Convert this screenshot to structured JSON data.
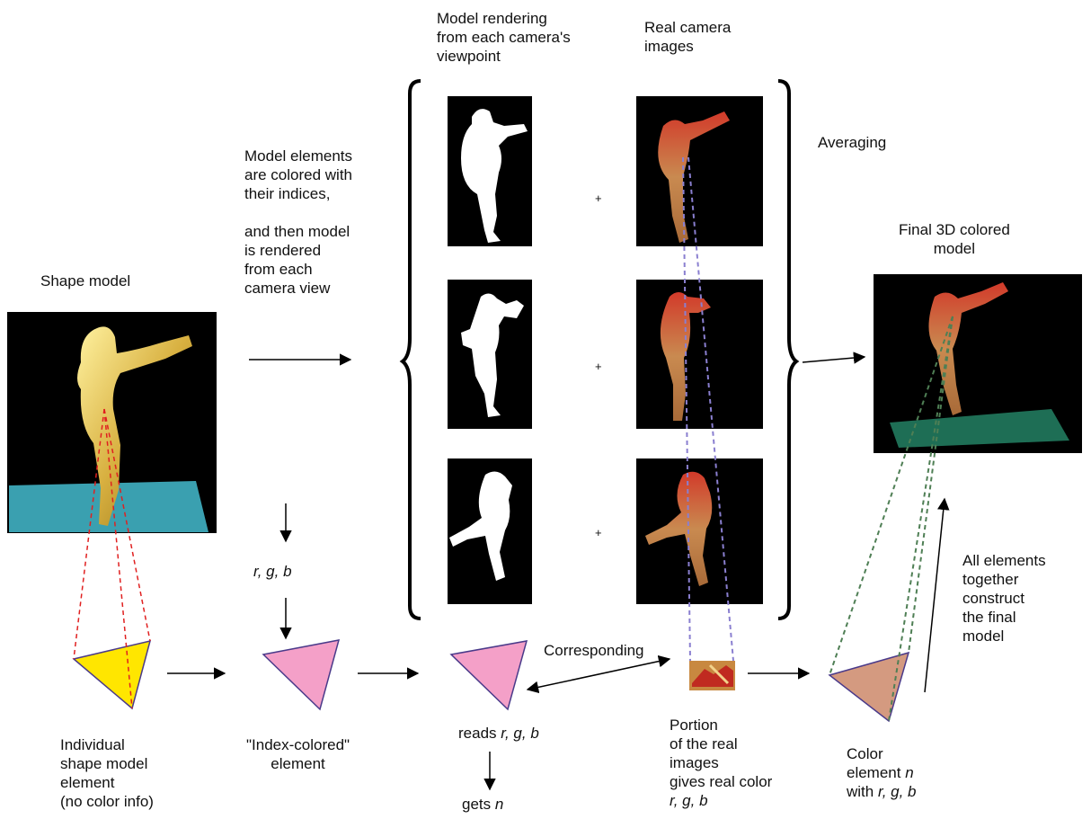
{
  "labels": {
    "model_rendering": "Model rendering\nfrom each camera's\nviewpoint",
    "real_camera": "Real camera\nimages",
    "averaging": "Averaging",
    "final_model": "Final 3D colored\nmodel",
    "shape_model": "Shape model",
    "colored_step": "Model elements\nare colored with\ntheir indices,\n\nand then model\nis rendered\nfrom each\ncamera view",
    "rgb_top": "r, g, b",
    "corresponding": "Corresponding",
    "all_elements": "All elements\ntogether\nconstruct\nthe final\nmodel",
    "individual": "Individual\nshape model\nelement\n(no color info)",
    "index_colored": "\"Index-colored\"\nelement",
    "reads_prefix": "reads ",
    "reads_rgb": "r, g, b",
    "gets_prefix": "gets ",
    "gets_n": "n",
    "portion": "Portion\nof the real\nimages\ngives real color",
    "portion_rgb": "r, g, b",
    "color_element_prefix": "Color\nelement ",
    "color_element_n": "n",
    "with_prefix": "with ",
    "with_rgb": "r, g, b",
    "plus": "+"
  },
  "colors": {
    "index_pink": "#f4a0c8",
    "element_yellow": "#ffe600",
    "color_element": "#d49a80",
    "red_dash": "#e02020",
    "purple_dash": "#8a7fd0",
    "green_dash": "#4f7f55",
    "floor_cyan": "#3aa0b0",
    "floor_green": "#1e6e55"
  }
}
